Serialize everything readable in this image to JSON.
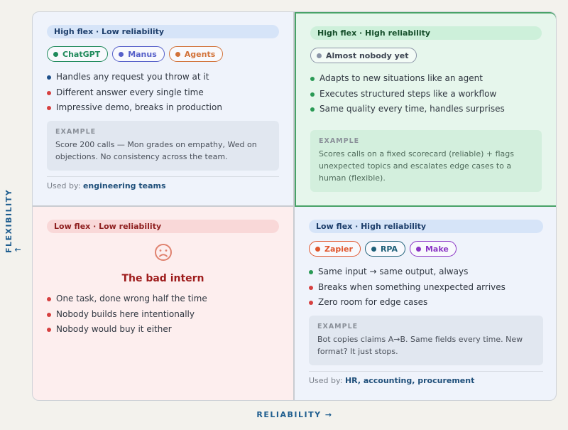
{
  "axes": {
    "y_label": "FLEXIBILITY ↑",
    "x_label": "RELIABILITY →"
  },
  "quadrants": {
    "top_left": {
      "title": "High flex · Low reliability",
      "pills": [
        {
          "label": "ChatGPT",
          "color": "#1f8a5b"
        },
        {
          "label": "Manus",
          "color": "#5660c9"
        },
        {
          "label": "Agents",
          "color": "#d2733a"
        }
      ],
      "bullets": [
        {
          "text": "Handles any request you throw at it",
          "color": "#1d4f8a"
        },
        {
          "text": "Different answer every single time",
          "color": "#d64040"
        },
        {
          "text": "Impressive demo, breaks in production",
          "color": "#d64040"
        }
      ],
      "example_label": "EXAMPLE",
      "example_text": "Score 200 calls — Mon grades on empathy, Wed on objections. No consistency across the team.",
      "used_by_prefix": "Used by:",
      "used_by": "engineering teams"
    },
    "top_right": {
      "title": "High flex · High reliability",
      "pills": [
        {
          "label": "Almost nobody yet",
          "color": "#8a94a6"
        }
      ],
      "bullets": [
        {
          "text": "Adapts to new situations like an agent",
          "color": "#2a9a55"
        },
        {
          "text": "Executes structured steps like a workflow",
          "color": "#2a9a55"
        },
        {
          "text": "Same quality every time, handles surprises",
          "color": "#2a9a55"
        }
      ],
      "example_label": "EXAMPLE",
      "example_text": "Scores calls on a fixed scorecard (reliable) + flags unexpected topics and escalates edge cases to a human (flexible)."
    },
    "bottom_left": {
      "title": "Low flex · Low reliability",
      "icon": "sad-face-icon",
      "heading": "The bad intern",
      "bullets": [
        {
          "text": "One task, done wrong half the time",
          "color": "#d64040"
        },
        {
          "text": "Nobody builds here intentionally",
          "color": "#d64040"
        },
        {
          "text": "Nobody would buy it either",
          "color": "#d64040"
        }
      ]
    },
    "bottom_right": {
      "title": "Low flex · High reliability",
      "pills": [
        {
          "label": "Zapier",
          "color": "#e0562d"
        },
        {
          "label": "RPA",
          "color": "#1e5f78"
        },
        {
          "label": "Make",
          "color": "#8b35c5"
        }
      ],
      "bullets": [
        {
          "text": "Same input → same output, always",
          "color": "#2a9a55"
        },
        {
          "text": "Breaks when something unexpected arrives",
          "color": "#d64040"
        },
        {
          "text": "Zero room for edge cases",
          "color": "#d64040"
        }
      ],
      "example_label": "EXAMPLE",
      "example_text": "Bot copies claims A→B. Same fields every time. New format? It just stops.",
      "used_by_prefix": "Used by:",
      "used_by": "HR, accounting, procurement"
    }
  }
}
